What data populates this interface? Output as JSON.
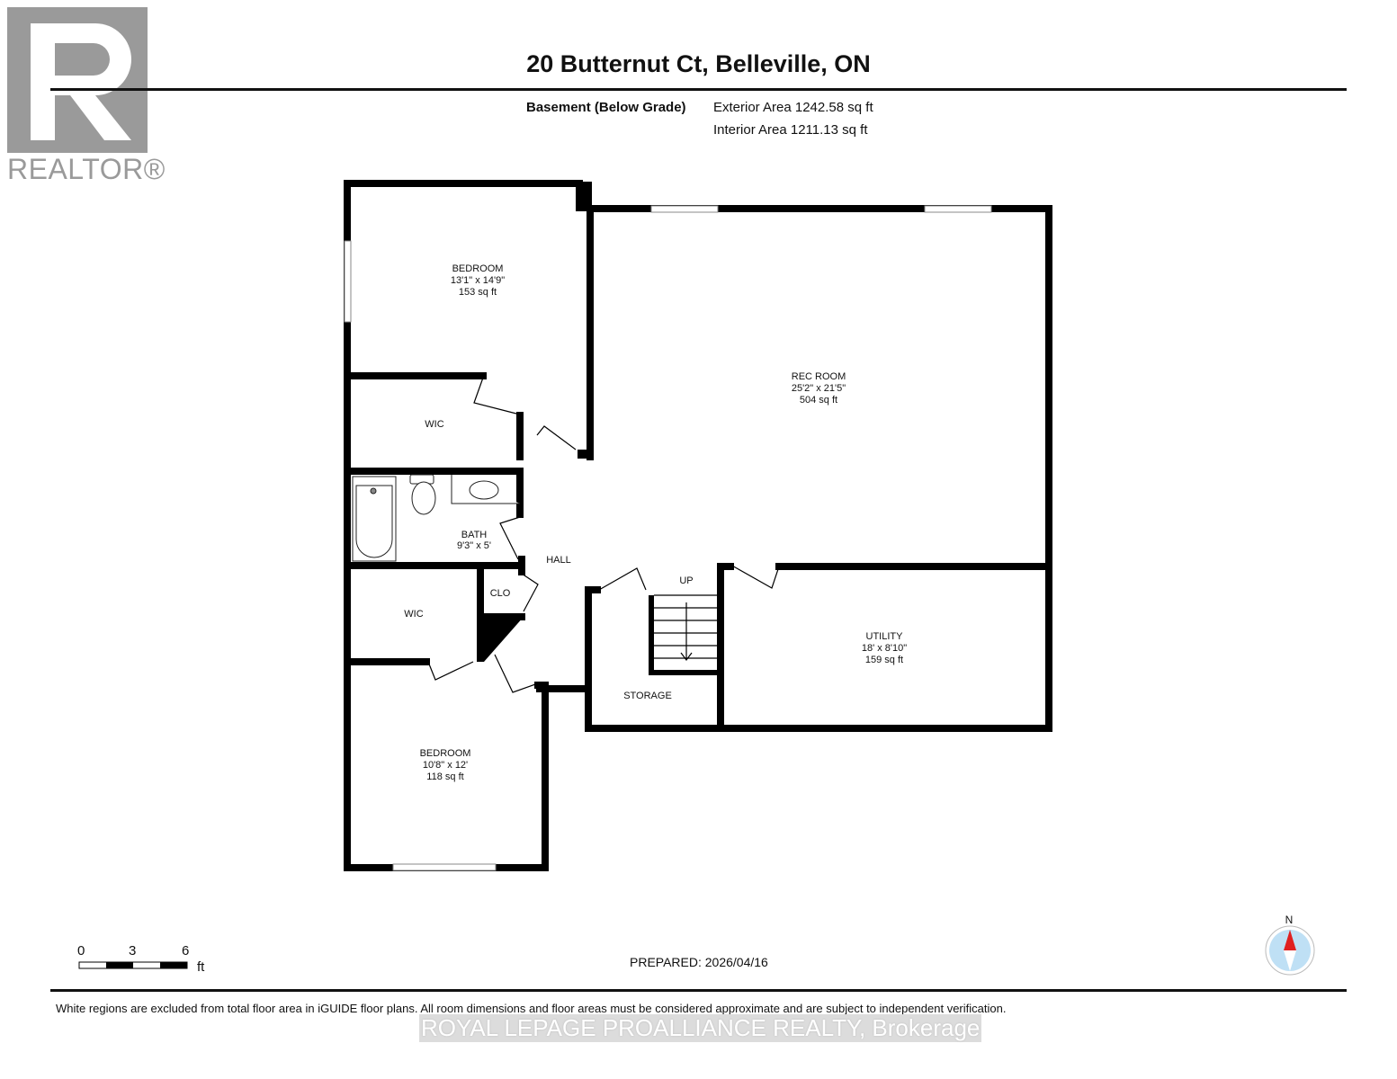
{
  "header": {
    "title": "20 Butternut Ct, Belleville, ON",
    "level": "Basement (Below Grade)",
    "exterior_area": "Exterior Area 1242.58 sq ft",
    "interior_area": "Interior Area 1211.13 sq ft"
  },
  "logo": {
    "text": "REALTOR®",
    "color": "#9a9a9a"
  },
  "rooms": [
    {
      "name": "BEDROOM",
      "dims": "13'1\" x 14'9\"",
      "area": "153 sq ft"
    },
    {
      "name": "REC ROOM",
      "dims": "25'2\" x 21'5\"",
      "area": "504 sq ft"
    },
    {
      "name": "WIC"
    },
    {
      "name": "BATH",
      "dims": "9'3\" x 5'"
    },
    {
      "name": "HALL"
    },
    {
      "name": "CLO"
    },
    {
      "name": "WIC"
    },
    {
      "name": "UP"
    },
    {
      "name": "UTILITY",
      "dims": "18' x 8'10\"",
      "area": "159 sq ft"
    },
    {
      "name": "STORAGE"
    },
    {
      "name": "BEDROOM",
      "dims": "10'8\" x 12'",
      "area": "118 sq ft"
    }
  ],
  "scale": {
    "labels": [
      "0",
      "3",
      "6"
    ],
    "unit": "ft"
  },
  "compass": {
    "label": "N",
    "needle_color": "#e02020",
    "face_color": "#bfe0f5"
  },
  "footer": {
    "prepared": "PREPARED: 2026/04/16",
    "disclaimer": "White regions are excluded from total floor area in iGUIDE floor plans. All room dimensions and floor areas must be considered approximate and are subject to independent verification.",
    "brokerage": "ROYAL LEPAGE PROALLIANCE REALTY, Brokerage"
  }
}
